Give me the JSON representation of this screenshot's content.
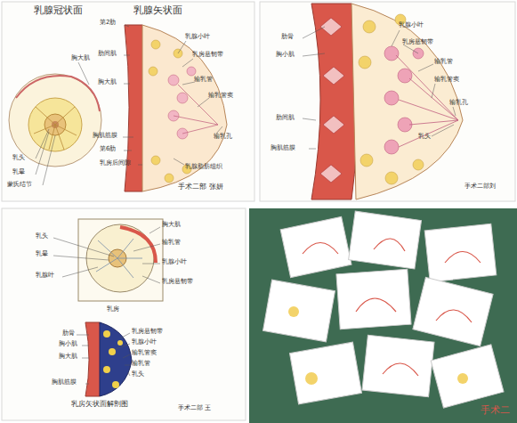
{
  "diagram": {
    "labels": [
      "乳腺冠状面",
      "乳腺矢状面",
      "胸大肌",
      "乳头",
      "乳晕",
      "蒙氏结节",
      "第2肋",
      "肋间肌",
      "胸大肌",
      "胸肌筋膜",
      "第6肋",
      "乳房后间隙",
      "乳腺小叶",
      "乳房悬韧带",
      "输乳管",
      "输乳管窦",
      "输乳孔",
      "乳腺脂肪组织",
      "手术二部 张妍",
      "肋骨",
      "胸小肌",
      "肋间肌",
      "胸肌筋膜",
      "乳腺小叶",
      "乳房悬韧带",
      "输乳管",
      "输乳管窦",
      "输乳孔",
      "乳头",
      "手术二部刘",
      "乳头",
      "乳晕",
      "乳腺叶",
      "胸大肌",
      "输乳管",
      "乳腺小叶",
      "乳房悬韧带",
      "乳房",
      "肋骨",
      "胸小肌",
      "胸大肌",
      "胸肌筋膜",
      "乳房悬韧带",
      "乳腺小叶",
      "输乳管窦",
      "输乳管",
      "乳头",
      "乳房矢状面解剖图",
      "手术二部 王",
      "手术二"
    ]
  }
}
